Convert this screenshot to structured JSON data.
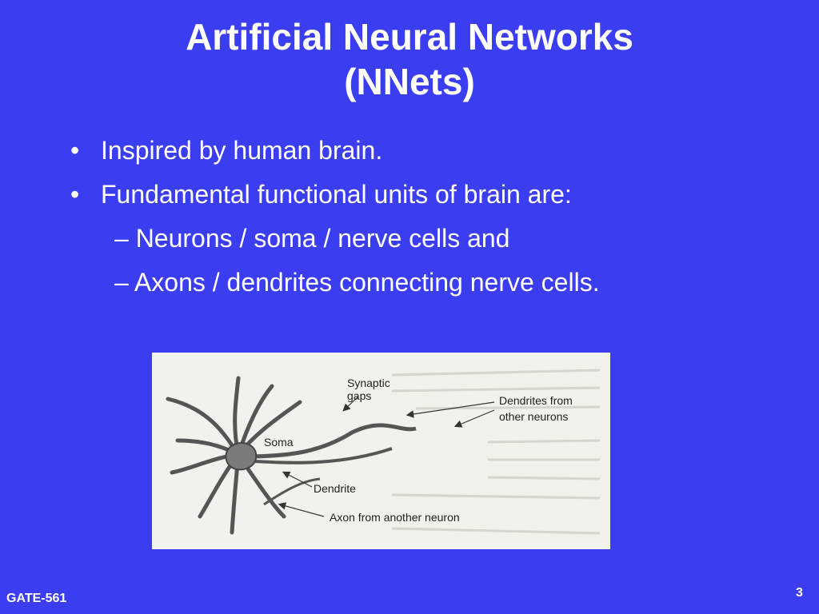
{
  "slide": {
    "title_line1": "Artificial Neural Networks",
    "title_line2": "(NNets)",
    "bullets": [
      "Inspired by human brain.",
      "Fundamental functional units of brain are:"
    ],
    "sub_bullets": [
      "– Neurons / soma / nerve cells and",
      "– Axons / dendrites connecting nerve cells."
    ],
    "bullet_glyph": "•"
  },
  "figure": {
    "labels": {
      "synaptic": "Synaptic",
      "gaps": "gaps",
      "dendrites_from": "Dendrites from",
      "other_neurons": "other neurons",
      "soma": "Soma",
      "dendrite": "Dendrite",
      "axon": "Axon from another neuron"
    }
  },
  "footer": {
    "left": "GATE-561",
    "page_number": "3"
  },
  "colors": {
    "background": "#3b3df0",
    "text": "#ffffff",
    "figure_bg": "#f1f1ee"
  }
}
